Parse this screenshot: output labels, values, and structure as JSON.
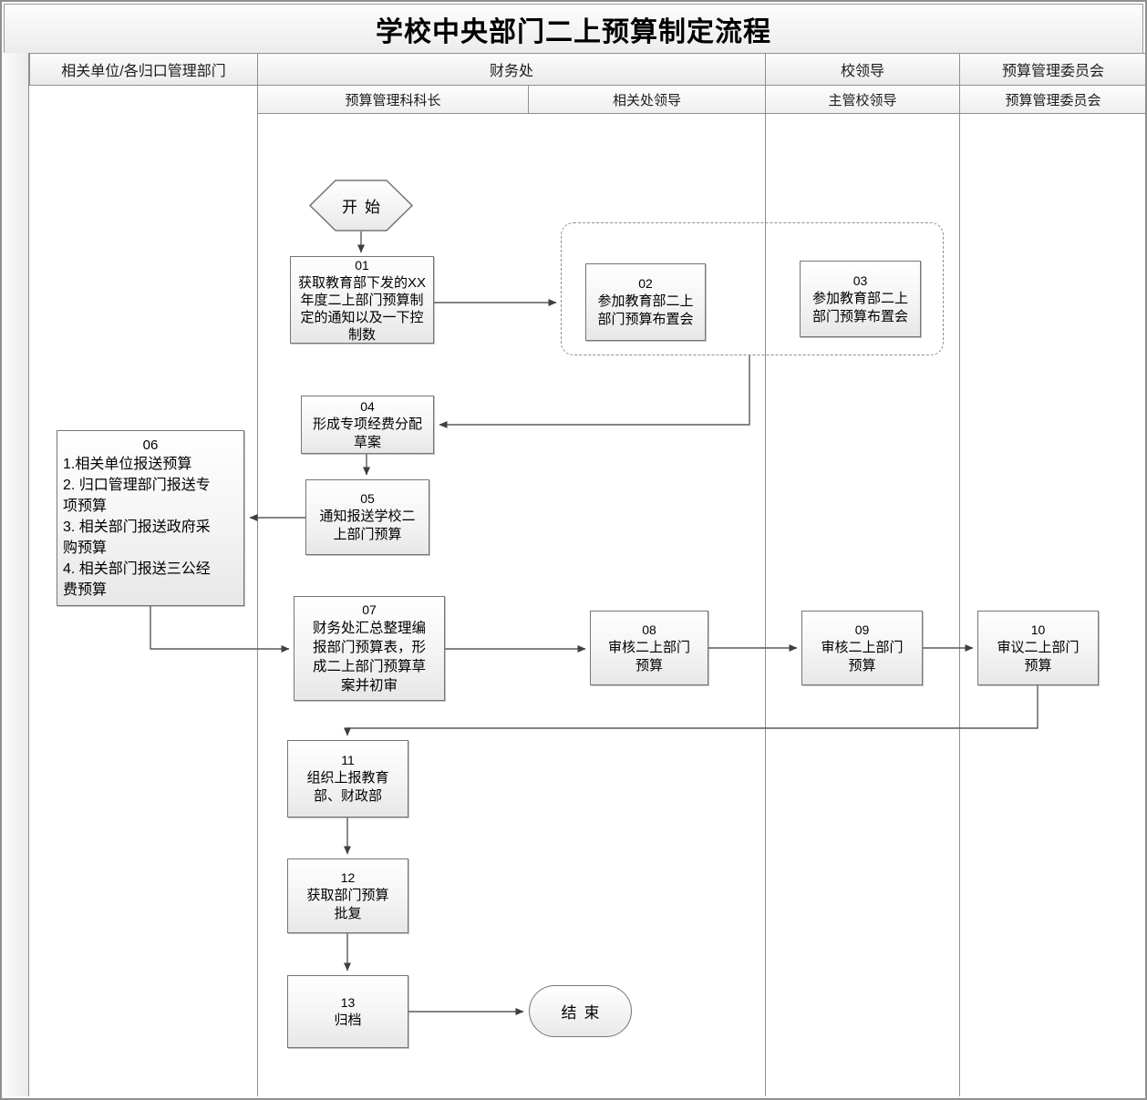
{
  "title": "学校中央部门二上预算制定流程",
  "lanes": {
    "col1": "相关单位/各归口管理部门",
    "col2": "财务处",
    "col3": "校领导",
    "col4": "预算管理委员会",
    "sub1": "预算管理科科长",
    "sub2": "相关处领导",
    "sub3": "主管校领导",
    "sub4": "预算管理委员会"
  },
  "nodes": {
    "start": {
      "label": "开始"
    },
    "n01": {
      "code": "01",
      "text": "获取教育部下发的XX\n年度二上部门预算制\n定的通知以及一下控\n制数"
    },
    "n02": {
      "code": "02",
      "text": "参加教育部二上\n部门预算布置会"
    },
    "n03": {
      "code": "03",
      "text": "参加教育部二上\n部门预算布置会"
    },
    "n04": {
      "code": "04",
      "text": "形成专项经费分配\n草案"
    },
    "n05": {
      "code": "05",
      "text": "通知报送学校二\n上部门预算"
    },
    "n06": {
      "code": "06",
      "text": "1.相关单位报送预算\n2. 归口管理部门报送专\n项预算\n3. 相关部门报送政府采\n购预算\n4. 相关部门报送三公经\n费预算"
    },
    "n07": {
      "code": "07",
      "text": "财务处汇总整理编\n报部门预算表，形\n成二上部门预算草\n案并初审"
    },
    "n08": {
      "code": "08",
      "text": "审核二上部门\n预算"
    },
    "n09": {
      "code": "09",
      "text": "审核二上部门\n预算"
    },
    "n10": {
      "code": "10",
      "text": "审议二上部门\n预算"
    },
    "n11": {
      "code": "11",
      "text": "组织上报教育\n部、财政部"
    },
    "n12": {
      "code": "12",
      "text": "获取部门预算\n批复"
    },
    "n13": {
      "code": "13",
      "text": "归档"
    },
    "end": {
      "label": "结束"
    }
  },
  "colors": {
    "canvas_bg": "#ffffff",
    "grid_border": "#8f8f8f",
    "node_border": "#767676",
    "node_fill_top": "#ffffff",
    "node_fill_bottom": "#e7e7e7",
    "connector": "#5a5a5a",
    "arrowhead": "#3f3f3f",
    "text": "#000000"
  }
}
